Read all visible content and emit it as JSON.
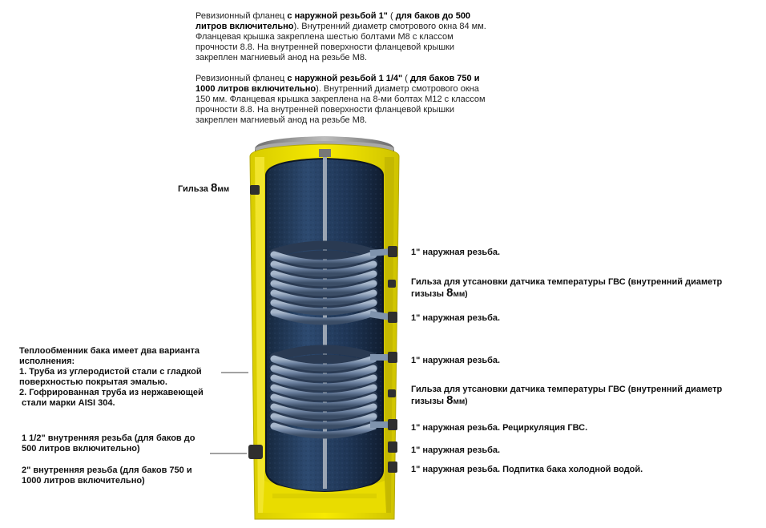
{
  "flange_1": {
    "p1": "Ревизионный фланец ",
    "b1": "с наружной резьбой 1\"",
    "p2": " ( ",
    "b2": "для баков до 500 литров включительно",
    "p3": "). Внутренний диаметр смотрового окна 84 мм. Фланцевая крышка закреплена шестью болтами М8 с классом прочности 8.8. На внутренней поверхности фланцевой крышки закреплен магниевый анод на резьбе М8."
  },
  "flange_2": {
    "p1": "Ревизионный фланец ",
    "b1": "с наружной резьбой 1 1/4\"",
    "p2": " ( ",
    "b2": "для баков 750 и 1000 литров включительно",
    "p3": "). Внутренний диаметр смотрового окна 150 мм. Фланцевая крышка закреплена на 8-ми болтах М12 с классом прочности 8.8. На внутренней поверхности фланцевой крышки закреплен магниевый анод на резьбе М8."
  },
  "sleeve_left": {
    "text": "Гильза ",
    "num": "8",
    "unit": "мм"
  },
  "right_labels": {
    "r1": "1\" наружная резьба.",
    "r2_a": "Гильза для утсановки датчика температуры ГВС (внутренний диаметр гизызы ",
    "r2_num": "8",
    "r2_unit": "мм)",
    "r3": "1\" наружная резьба.",
    "r4": "1\" наружная резьба.",
    "r5_a": "Гильза для утсановки датчика температуры ГВС (внутренний диаметр гизызы ",
    "r5_num": "8",
    "r5_unit": "мм)",
    "r6": "1\" наружная резьба. Рециркуляция ГВС.",
    "r7": "1\" наружная резьба.",
    "r8": "1\" наружная резьба. Подпитка бака холодной водой."
  },
  "left_labels": {
    "heat_exchanger": [
      "Теплообменник бака имеет два варианта",
      "исполнения:",
      "1. Труба из углеродистой стали с гладкой",
      "поверхностью покрытая эмалью.",
      "2. Гофрированная труба из нержавеющей",
      " стали марки AISI 304."
    ],
    "thread_small": [
      "1 1/2\" внутренняя резьба (для баков до",
      "500 литров включительно)"
    ],
    "thread_large": [
      "2\" внутренняя резьба (для баков 750 и",
      "1000 литров включительно)"
    ]
  },
  "colors": {
    "insulation": "#f2e400",
    "insulation_dark": "#c9bd00",
    "tank_inner": "#1e3554",
    "tank_inner_light": "#3c5a80",
    "coil": "#7f93ad",
    "coil_dark": "#4a5e78",
    "fitting": "#333333",
    "lid": "#8e8e8e"
  }
}
